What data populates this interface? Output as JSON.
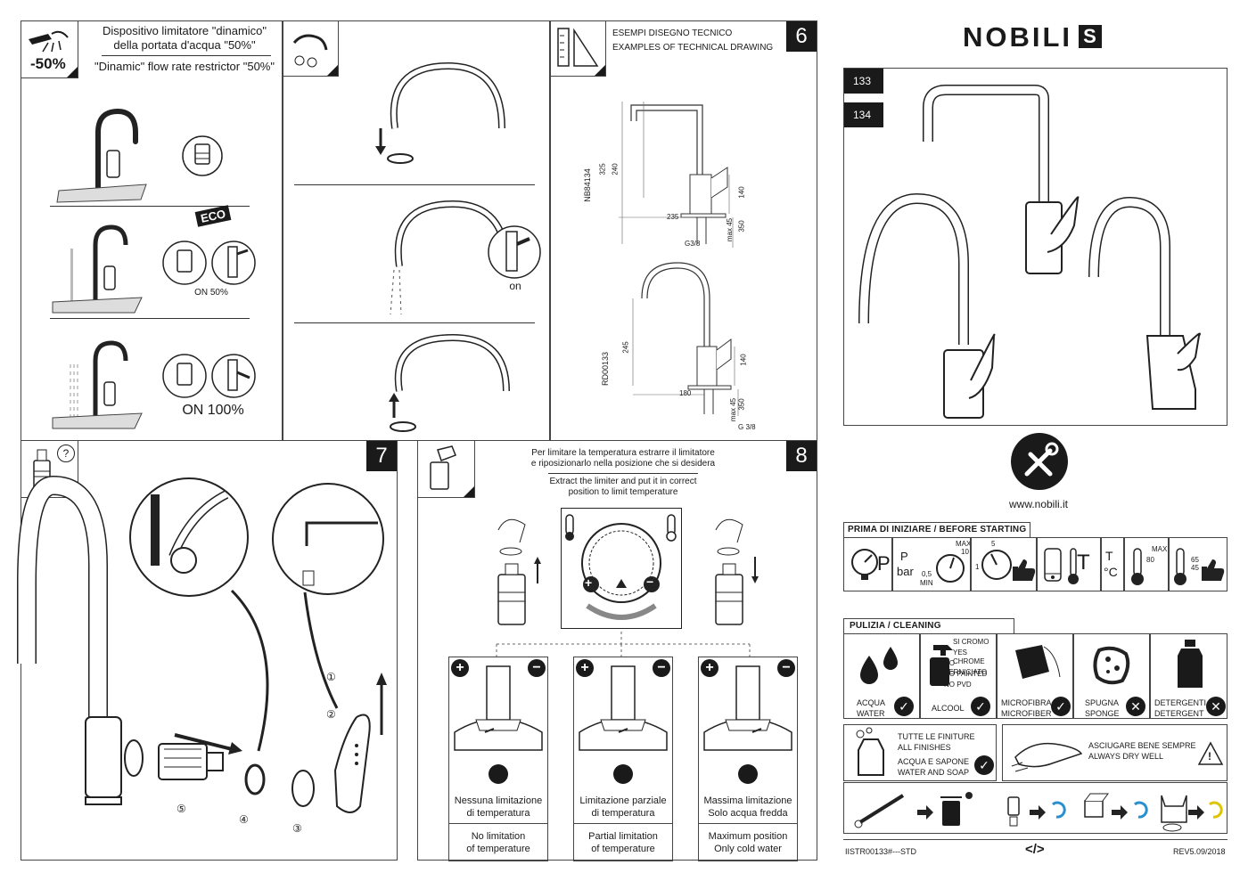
{
  "panel1": {
    "badge": "-50%",
    "title_it_1": "Dispositivo limitatore \"dinamico\"",
    "title_it_2": "della portata d'acqua \"50%\"",
    "title_en": "\"Dinamic\" flow rate restrictor \"50%\"",
    "eco": "ECO",
    "on50": "ON  50%",
    "on100": "ON 100%"
  },
  "panel2": {
    "on_label": "on"
  },
  "panel6": {
    "number": "6",
    "title_it": "ESEMPI DISEGNO TECNICO",
    "title_en": "EXAMPLES OF TECHNICAL DRAWING",
    "code_a": "NB84134",
    "code_b": "RD00133",
    "dims_a": {
      "h325": "325",
      "h240": "240",
      "w235": "235",
      "h140": "140",
      "max45": "max 45",
      "h350": "350",
      "thread": "G3/8"
    },
    "dims_b": {
      "h245": "245",
      "w180": "180",
      "h140": "140",
      "max45": "max 45",
      "h350": "350",
      "thread": "G 3/8"
    }
  },
  "panel7": {
    "number": "7",
    "question": "?",
    "parts": [
      "①",
      "②",
      "③",
      "④",
      "⑤"
    ]
  },
  "panel8": {
    "number": "8",
    "intro_it_1": "Per limitare la temperatura estrarre il limitatore",
    "intro_it_2": "e riposizionarlo nella posizione che si desidera",
    "intro_en_1": "Extract the limiter and put it in correct",
    "intro_en_2": "position to limit temperature",
    "plus": "+",
    "minus": "−",
    "options": [
      {
        "it_1": "Nessuna limitazione",
        "it_2": "di temperatura",
        "en_1": "No limitation",
        "en_2": "of temperature"
      },
      {
        "it_1": "Limitazione parziale",
        "it_2": "di temperatura",
        "en_1": "Partial limitation",
        "en_2": "of temperature"
      },
      {
        "it_1": "Massima limitazione",
        "it_2": "Solo acqua fredda",
        "en_1": "Maximum position",
        "en_2": "Only cold water"
      }
    ]
  },
  "right": {
    "brand": "NOBILI",
    "brand_mark": "S",
    "models": [
      "133",
      "134"
    ],
    "website": "www.nobili.it",
    "before_title": "PRIMA DI INIZIARE  / BEFORE STARTING",
    "before": {
      "p": "P",
      "p_small": "P",
      "bar": "bar",
      "min_val": "0,5",
      "min": "MIN",
      "max": "MAX",
      "max_val": "10",
      "five": "5",
      "one": "1",
      "t": "T",
      "t_small": "T",
      "celsius": "°C",
      "max_t": "MAX",
      "t80": "80",
      "t65": "65",
      "t45": "45"
    },
    "cleaning_title": "PULIZIA  /  CLEANING",
    "cleaning": {
      "water_it": "ACQUA",
      "water_en": "WATER",
      "alcohol": "ALCOOL",
      "chrome_list": [
        "SI CROMO",
        "YES CHROME",
        "NO VERNICIATO",
        "NO PAINTED",
        "NO PVD"
      ],
      "micro_it": "MICROFIBRA",
      "micro_en": "MICROFIBER",
      "sponge_it": "SPUGNA",
      "sponge_en": "SPONGE",
      "deterg_it": "DETERGENTI",
      "deterg_en": "DETERGENT",
      "finishes_it": "TUTTE LE FINITURE",
      "finishes_en": "ALL FINISHES",
      "soap_it": "ACQUA E SAPONE",
      "soap_en": "WATER AND SOAP",
      "dry_it": "ASCIUGARE BENE SEMPRE",
      "dry_en": "ALWAYS DRY WELL",
      "warn": "!"
    },
    "footer_code": "IISTR00133#---STD",
    "footer_rev": "REV5.09/2018",
    "footer_mark": "</>"
  }
}
